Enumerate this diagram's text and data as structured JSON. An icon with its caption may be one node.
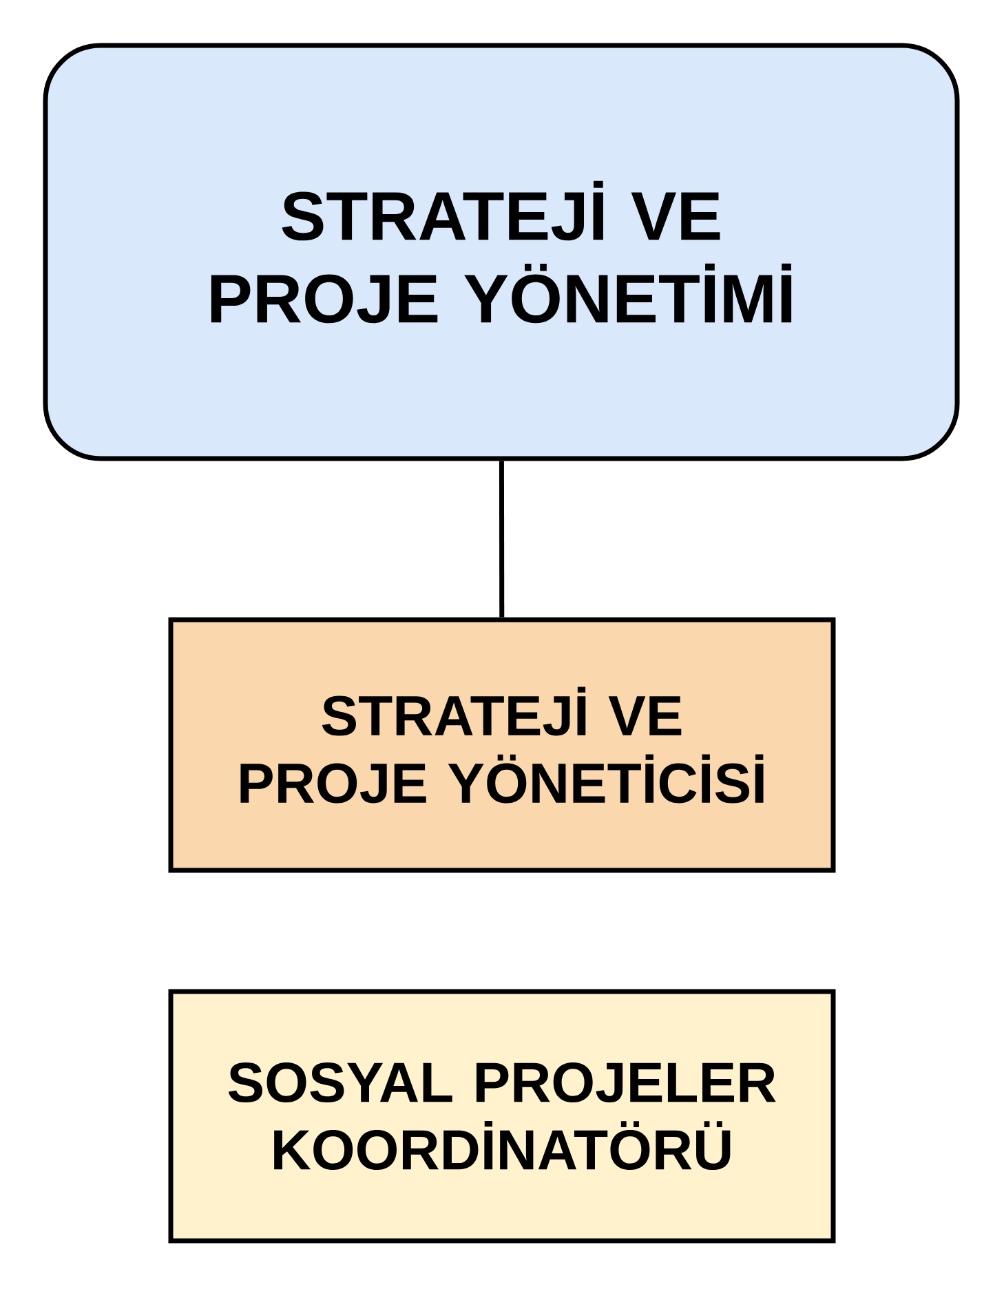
{
  "diagram": {
    "nodes": [
      {
        "text": [
          "STRATEJİ VE PROJE YÖNETİMİ"
        ]
      },
      {
        "text": [
          "STRATEJİ VE PROJE YÖNETİCİSİ"
        ]
      },
      {
        "text": [
          "SOSYAL PROJELER KOORDİNATÖRÜ"
        ]
      }
    ],
    "edges": [
      {
        "from": 0,
        "to": 1,
        "arrow": "none"
      }
    ]
  }
}
